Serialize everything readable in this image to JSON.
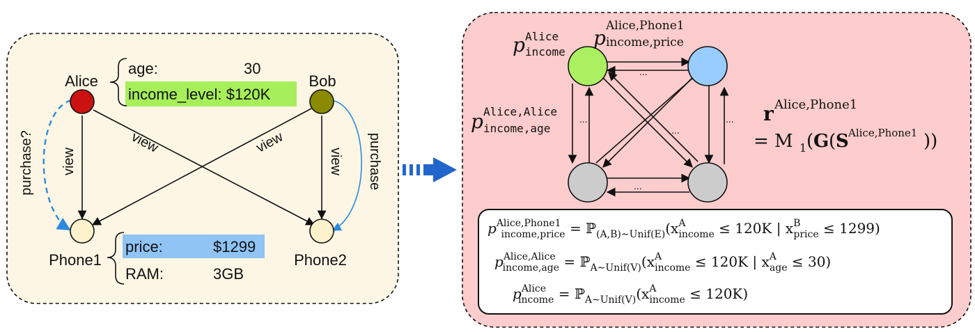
{
  "left_panel": {
    "colors": {
      "background": "#fdf6e4",
      "alice": "#cc1111",
      "bob": "#8a8a00",
      "phone": "#fdf2cc",
      "income_highlight": "#a6ee5a",
      "price_highlight": "#8fc4f5",
      "purchase_arrow": "#2a8ae0"
    },
    "nodes": {
      "alice": "Alice",
      "bob": "Bob",
      "phone1": "Phone1",
      "phone2": "Phone2"
    },
    "alice_attrs": {
      "age_key": "age:",
      "age_val": "30",
      "income": "income_level: $120K"
    },
    "phone1_attrs": {
      "price_key": "price:",
      "price_val": "$1299",
      "ram_key": "RAM:",
      "ram_val": "3GB"
    },
    "edges": {
      "view": "view",
      "purchase": "purchase",
      "purchase_q": "purchase?"
    }
  },
  "right_panel": {
    "colors": {
      "background": "#fdcccc",
      "green": "#aaf060",
      "blue": "#99ccff",
      "gray": "#cccccc"
    },
    "graph_labels": {
      "p": "p",
      "alice_sup": "Alice",
      "income_sub": "income",
      "alice_phone_sup": "Alice,Phone1",
      "income_price_sub": "income,price",
      "alice_alice_sup": "Alice,Alice",
      "income_age_sub": "income,age",
      "ellipsis": "..."
    },
    "r_formula": {
      "r": "r",
      "r_sup": "Alice,Phone1",
      "eq": "= M",
      "m_sub": "1",
      "g": "G",
      "s": "S",
      "s_sup": "Alice,Phone1",
      "close": "))",
      "open_g": "(",
      "open_s": "("
    },
    "formulas": [
      {
        "p_sup": "Alice,Phone1",
        "p_sub": "income,price",
        "lhs": "= ℙ",
        "lhs_sub": "(A,B)∼Unif(E)",
        "body1": "(x",
        "x_sup": "A",
        "x_sub": "income",
        "mid": "≤ 120K | x",
        "x2_sup": "B",
        "x2_sub": "price",
        "tail": "≤ 1299)"
      },
      {
        "p_sup": "Alice,Alice",
        "p_sub": "income,age",
        "lhs": "= ℙ",
        "lhs_sub": "A∼Unif(V)",
        "body1": "(x",
        "x_sup": "A",
        "x_sub": "income",
        "mid": "≤ 120K | x",
        "x2_sup": "A",
        "x2_sub": "age",
        "tail": "≤ 30)"
      },
      {
        "p_sup": "Alice",
        "p_sub": "income",
        "lhs": "= ℙ",
        "lhs_sub": "A∼Unif(V)",
        "body1": "(x",
        "x_sup": "A",
        "x_sub": "income",
        "tail": "≤ 120K)"
      }
    ]
  }
}
